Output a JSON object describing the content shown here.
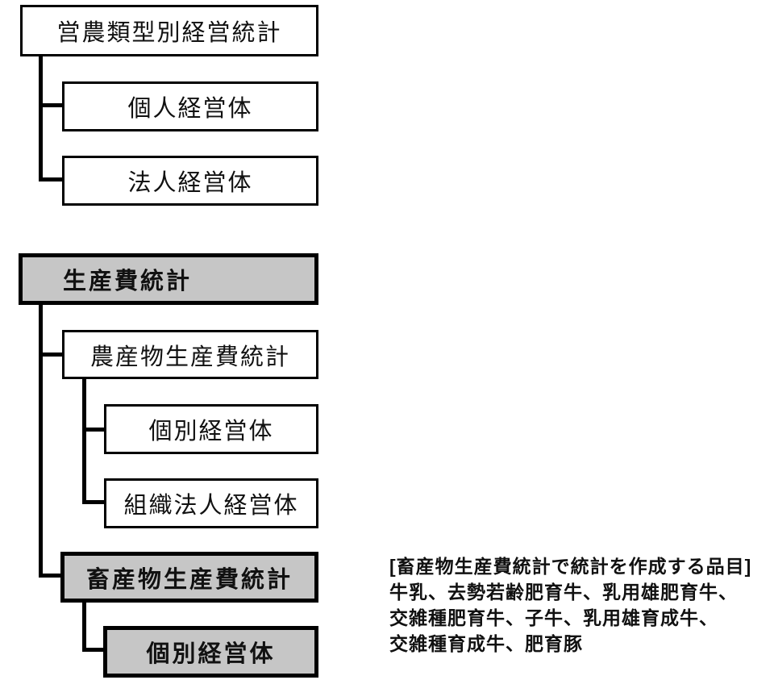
{
  "diagram": {
    "tree1": {
      "root": "営農類型別経営統計",
      "children": [
        "個人経営体",
        "法人経営体"
      ]
    },
    "tree2": {
      "root": "生産費統計",
      "crop_branch": "農産物生産費統計",
      "crop_children": [
        "個別経営体",
        "組織法人経営体"
      ],
      "livestock_branch": "畜産物生産費統計",
      "livestock_children": [
        "個別経営体"
      ]
    },
    "note": {
      "title": "[畜産物生産費統計で統計を作成する品目]",
      "lines": [
        "牛乳、去勢若齢肥育牛、乳用雄肥育牛、",
        "交雑種肥育牛、子牛、乳用雄育成牛、",
        "交雑種育成牛、肥育豚"
      ]
    },
    "colors": {
      "emphasis_fill": "#c6c6c6",
      "box_fill": "#ffffff",
      "line_color": "#000000"
    }
  }
}
